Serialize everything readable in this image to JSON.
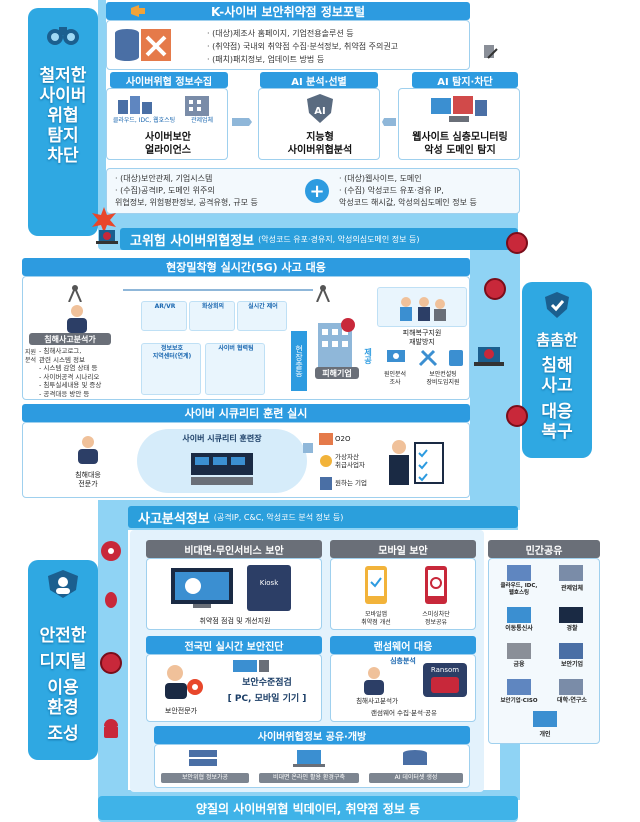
{
  "title": "K-사이버 보안취약점 정보포털",
  "top_bullets": [
    "· (대상)제조사 홈페이지, 기업전용솔루션 등",
    "· (취약점) 국내외 취약점 수집·분석정보, 취약점 주의권고",
    "· (패치)패치정보, 업데이트 방법 등"
  ],
  "left_sidebar_1": [
    "철저한",
    "사이버",
    "위협",
    "탐지",
    "차단"
  ],
  "left_sidebar_2": [
    "안전한",
    "디지털",
    "이용",
    "환경",
    "조성"
  ],
  "right_sidebar": [
    "촘촘한",
    "침해",
    "사고",
    "대응",
    "복구"
  ],
  "row1": {
    "col1": {
      "label": "사이버위협 정보수집",
      "tags": [
        "클라우드, IDC, 웹호스팅",
        "관제업체"
      ],
      "name": "사이버보안\n얼라이언스"
    },
    "col2": {
      "label": "AI 분석·선별",
      "badge": "AI",
      "name": "지능형\n사이버위협분석"
    },
    "col3": {
      "label": "AI 탐지·차단",
      "name": "웹사이트 심층모니터링\n악성 도메인 탐지"
    }
  },
  "merge": {
    "left": [
      "· (대상)보안관제, 기업시스템",
      "· (수집)공격IP, 도메인 위주의",
      "  위협정보, 위험평판정보, 공격유형, 규모 등"
    ],
    "right": [
      "· (대상)웹사이트, 도메인",
      "· (수집) 악성코드 유포·경유 IP,",
      "  악성코드 해시값, 악성의심도메인 정보 등"
    ]
  },
  "band1": {
    "title": "고위험 사이버위협정보",
    "sub": "(악성코드 유포·경유지, 악성의심도메인 정보 등)"
  },
  "onsite": {
    "title": "현장밀착형 실시간(5G) 사고 대응",
    "analyst_label": "침해사고분석가",
    "support_label": "지원\n분석",
    "analyst_items": [
      "- 침해사고로그,",
      "  관련 시스템 정보",
      "- 시스템 감염 상태 등",
      "- 사이버공격 시나리오",
      "- 침투실세내용 및 증상",
      "- 공격대응 방안 등"
    ],
    "tiles": [
      "AR/VR",
      "화상회의",
      "실시간 제어",
      "정보보호\n지역센터(연계)",
      "사이버 협력팀"
    ],
    "onsite_vertical": "현장출동",
    "provide_vertical": "제공",
    "victim": "피해기업",
    "recovery_title": "피해복구지원\n재발방지",
    "recovery_items": [
      "원인분석\n조사",
      "보안컨설팅\n장비도입지원"
    ]
  },
  "training": {
    "title": "사이버 시큐리티 훈련 실시",
    "range": "사이버 시큐리티 훈련장",
    "expert": "침해대응\n전문가",
    "targets": [
      "O2O",
      "가상자산\n취급사업자",
      "원하는 기업"
    ]
  },
  "band2": {
    "title": "사고분석정보",
    "sub": "(공격IP, C&C, 악성코드 분석 정보 등)"
  },
  "bottom": {
    "contactless": {
      "title": "비대면·무인서비스 보안",
      "device": "Kiosk",
      "caption": "취약점 점검 및 개선지원"
    },
    "mobile": {
      "title": "모바일 보안",
      "captions": [
        "모바일앱\n취약점 개선",
        "스미싱차단\n정보공유"
      ]
    },
    "diagnosis": {
      "title": "전국민 실시간 보안진단",
      "expert": "보안전문가",
      "check": "보안수준점검",
      "targets": "[ PC, 모바일 기기 ]"
    },
    "ransom": {
      "title": "랜섬웨어 대응",
      "tag": "심층분석",
      "person": "침해사고분석가",
      "badge": "Ransom",
      "caption": "랜섬웨어 수집·분석·공유"
    },
    "sharing": {
      "title": "사이버위협정보 공유·개방",
      "items": [
        "보안위협 정보가공",
        "비대면 온라인 활용 환경구축",
        "AI 데이터셋 생성"
      ]
    },
    "private": {
      "title": "민간공유",
      "items": [
        "클라우드, IDC,\n웹호스팅",
        "관제업체",
        "이동통신사",
        "경찰",
        "금융",
        "보안기업",
        "보안기업·CISO",
        "대학·연구소",
        "개인"
      ]
    }
  },
  "footer": "양질의 사이버위협 빅데이터, 취약점 정보 등",
  "colors": {
    "blue": "#2b9fdc",
    "light": "#e9f5fd",
    "grey": "#6a6f78",
    "red": "#c8283a"
  }
}
